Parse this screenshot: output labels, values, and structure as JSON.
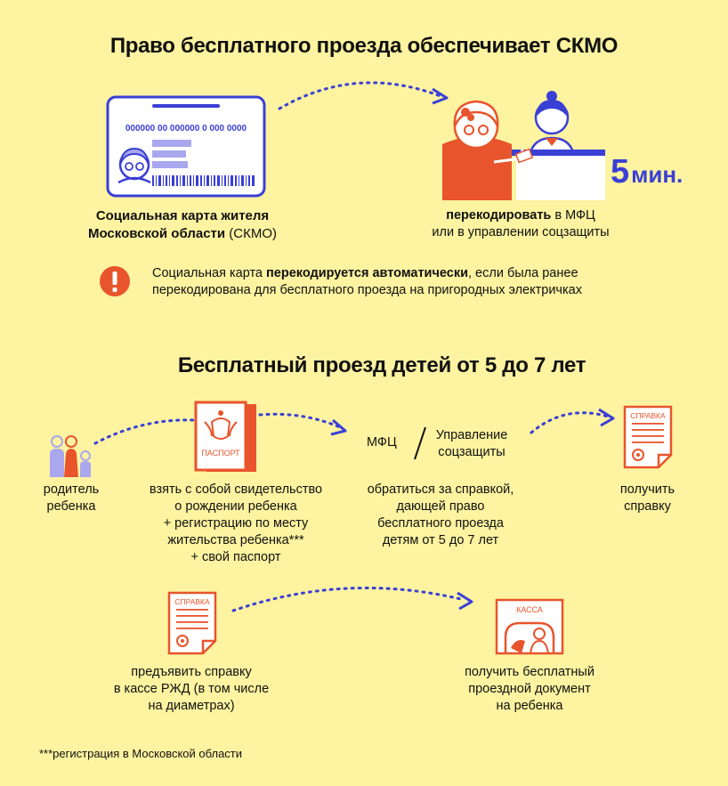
{
  "section1": {
    "title": "Право бесплатного проезда обеспечивает СКМО",
    "card": {
      "number_text": "000000  00  000000  0  000  0000",
      "caption_line1_bold": "Социальная карта жителя",
      "caption_line2_bold": "Московской области",
      "caption_line2_rest": " (СКМО)"
    },
    "recode": {
      "caption_bold": "перекодировать",
      "caption_rest": " в МФЦ",
      "caption_line2": "или в управлении соцзащиты",
      "time_number": "5",
      "time_unit": "мин."
    },
    "notice": {
      "icon": "exclamation-icon",
      "line1_prefix": "Социальная карта ",
      "line1_bold": "перекодируется автоматически",
      "line1_suffix": ", если была ранее",
      "line2": "перекодирована для бесплатного проезда на пригородных электричках"
    }
  },
  "section2": {
    "title": "Бесплатный проезд детей от 5 до 7 лет",
    "step_parent": {
      "caption": [
        "родитель",
        "ребенка"
      ]
    },
    "step_documents": {
      "passport_label": "ПАСПОРТ",
      "caption": [
        "взять с собой свидетельство",
        "о рождении ребенка",
        "+ регистрацию по месту",
        "жительства ребенка***",
        "+ свой паспорт"
      ]
    },
    "step_office": {
      "mfc": "МФЦ",
      "social": [
        "Управление",
        "соцзащиты"
      ],
      "caption": [
        "обратиться за справкой,",
        "дающей право",
        "бесплатного проезда",
        "детям от 5 до 7 лет"
      ]
    },
    "step_certificate": {
      "doc_label": "СПРАВКА",
      "caption": [
        "получить",
        "справку"
      ]
    },
    "step_present": {
      "doc_label": "СПРАВКА",
      "caption": [
        "предъявить справку",
        "в кассе РЖД (в том числе",
        "на диаметрах)"
      ]
    },
    "step_ticket": {
      "sign_label": "КАССА",
      "caption": [
        "получить бесплатный",
        "проездной документ",
        "на ребенка"
      ]
    }
  },
  "footnote": "***регистрация в Московской области",
  "colors": {
    "background": "#fdf3a0",
    "accent_blue": "#3a3fd6",
    "accent_orange": "#e8542c",
    "lavender": "#a9a7ee"
  }
}
